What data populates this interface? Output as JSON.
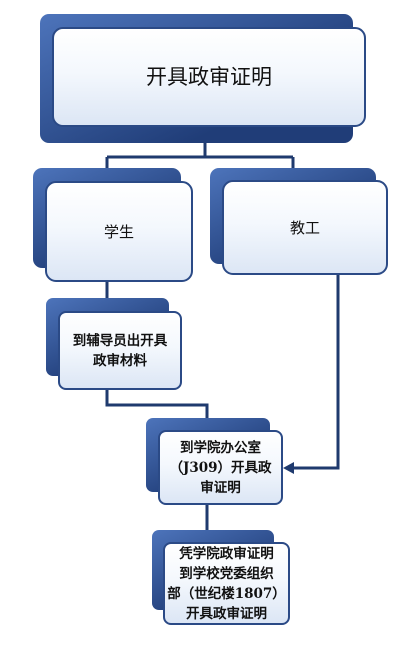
{
  "nodes": {
    "root": {
      "lines": [
        "开具政审证明"
      ]
    },
    "student": {
      "lines": [
        "学生"
      ]
    },
    "staff": {
      "lines": [
        "教工"
      ]
    },
    "counselor": {
      "lines": [
        "到辅导员出开具",
        "政审材料"
      ]
    },
    "college_office": {
      "lines": [
        "到学院办公室",
        "（J309）开具政",
        "审证明"
      ]
    },
    "party_dept": {
      "lines": [
        "凭学院政审证明",
        "到学校党委组织",
        "部（世纪楼1807）",
        "开具政审证明"
      ]
    }
  },
  "colors": {
    "connector": "#1f3a6e",
    "shadow_light": "#4d74bb",
    "shadow_dark": "#203d78",
    "box_border": "#2b4a86"
  }
}
